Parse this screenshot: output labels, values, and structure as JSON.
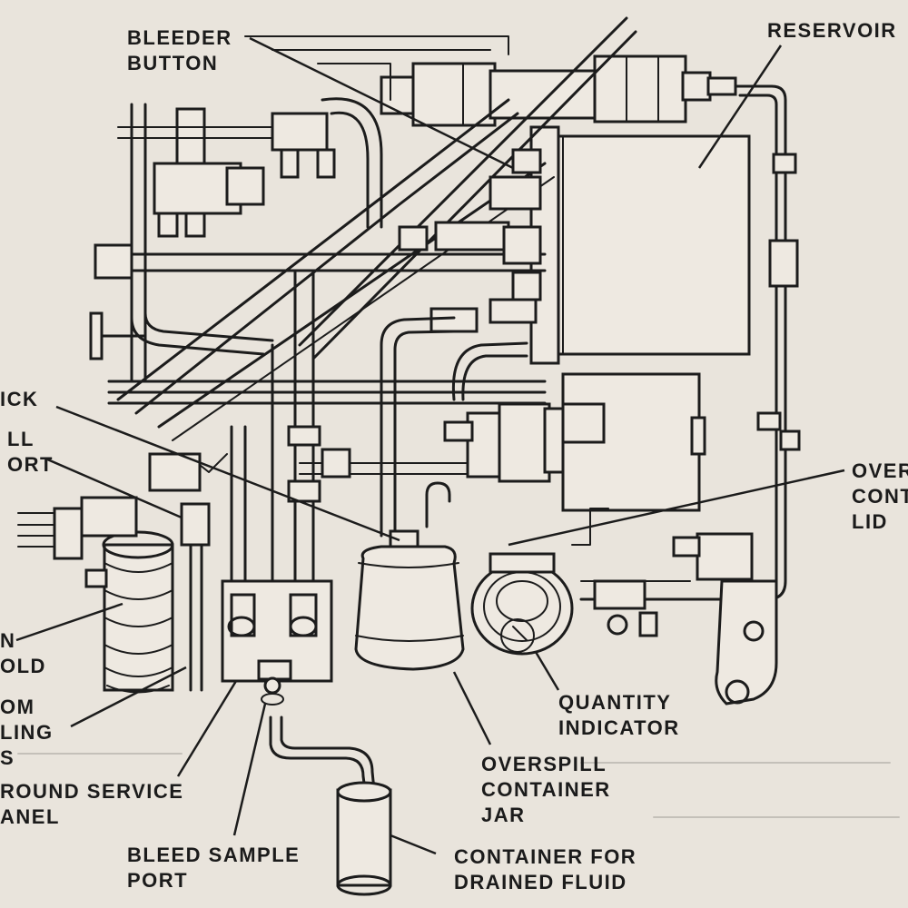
{
  "labels": {
    "bleeder_button": [
      "BLEEDER",
      "BUTTON"
    ],
    "reservoir": [
      "RESERVOIR"
    ],
    "dipstick": [
      "ICK"
    ],
    "fill_port": [
      "LL",
      "ORT"
    ],
    "overspill_container_lid": [
      "OVER",
      "CONT",
      "LID"
    ],
    "manifold": [
      "N",
      "OLD"
    ],
    "from_filling": [
      "OM",
      "LING",
      "S"
    ],
    "ground_service_panel": [
      "ROUND SERVICE",
      "ANEL"
    ],
    "bleed_sample_port": [
      "BLEED SAMPLE",
      "PORT"
    ],
    "container_for_drained_fluid": [
      "CONTAINER FOR",
      "DRAINED FLUID"
    ],
    "overspill_container_jar": [
      "OVERSPILL",
      "CONTAINER",
      "JAR"
    ],
    "quantity_indicator": [
      "QUANTITY",
      "INDICATOR"
    ]
  },
  "colors": {
    "paper": "#e9e4dc",
    "ink": "#1c1c1c"
  }
}
